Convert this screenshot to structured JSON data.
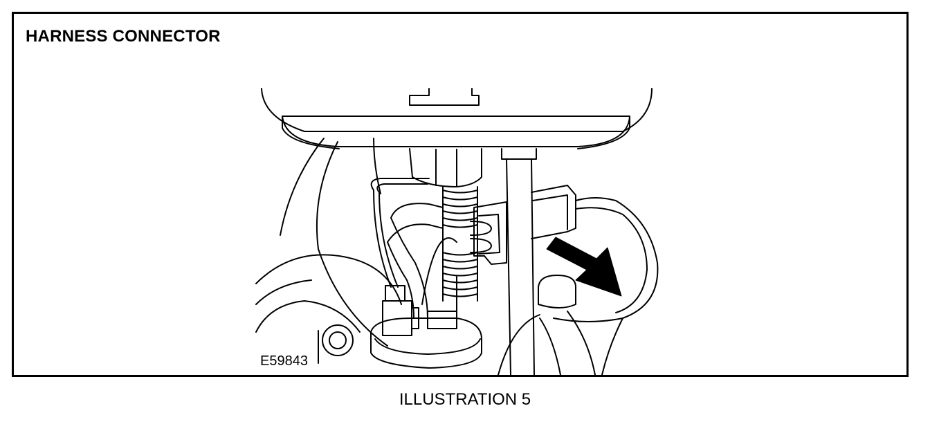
{
  "figure": {
    "title": "HARNESS CONNECTOR",
    "code": "E59843",
    "caption": "ILLUSTRATION 5"
  },
  "colors": {
    "line": "#000000",
    "background": "#ffffff"
  },
  "callouts": {
    "arrow": "arrow-pointing-to-harness-connector"
  }
}
